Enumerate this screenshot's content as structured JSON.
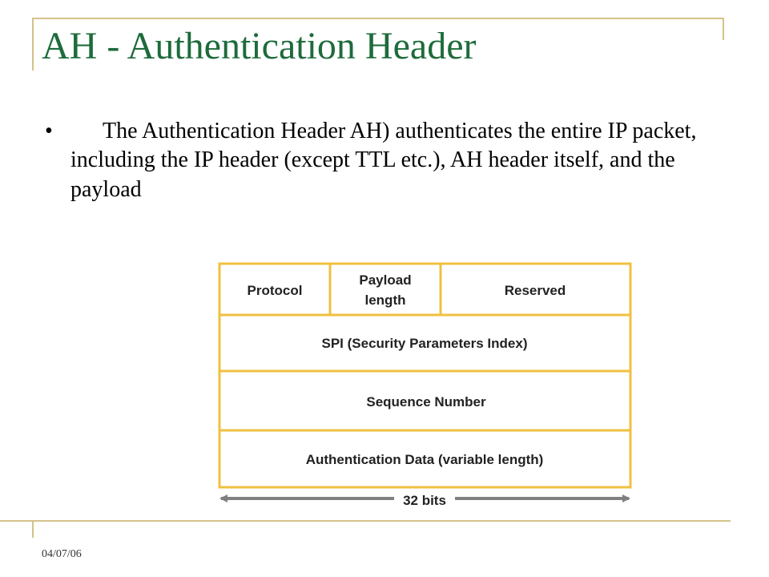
{
  "slide": {
    "title": "AH - Authentication Header",
    "bullet_marker": "•",
    "bullet_text": "The Authentication Header AH) authenticates the entire IP packet, including the IP header (except TTL etc.), AH header itself, and the payload",
    "date": "04/07/06"
  },
  "diagram": {
    "row1": {
      "protocol": "Protocol",
      "payload_length_line1": "Payload",
      "payload_length_line2": "length",
      "reserved": "Reserved"
    },
    "spi": "SPI (Security Parameters Index)",
    "sequence_number": "Sequence Number",
    "authentication_data": "Authentication Data (variable length)",
    "width_label": "32 bits"
  },
  "colors": {
    "title": "#1e6b3c",
    "frame": "#d4c28a",
    "table_border": "#f0c040",
    "arrow": "#808080"
  }
}
